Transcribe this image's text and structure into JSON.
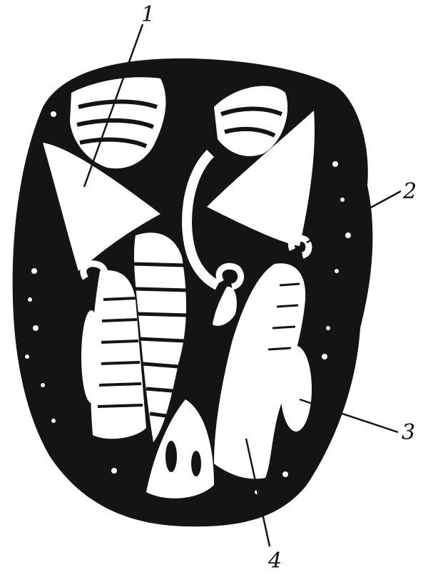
{
  "labels": {
    "l1": "1",
    "l2": "2",
    "l3": "3",
    "l4": "4"
  },
  "colors": {
    "ink": "#141414",
    "paper": "#ffffff"
  }
}
